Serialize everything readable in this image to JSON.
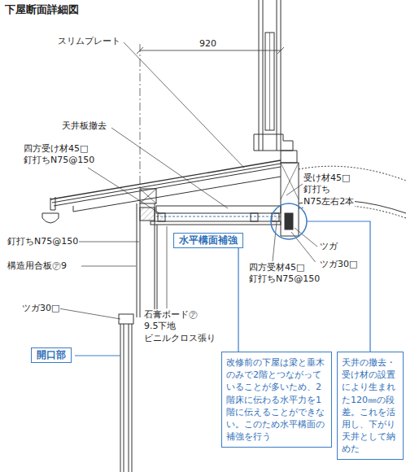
{
  "diagram": {
    "title": "下屋断面詳細図",
    "nodes": [
      {
        "text": [
          "水平構面補強"
        ]
      },
      {
        "text": [
          "開口部"
        ]
      },
      {
        "text": [
          "改修前の下屋は梁と垂木のみで2階とつながっていることが多いため、2階床に伝わる水平力を1階に伝えることができない。このため水平構面の補強を行う"
        ]
      },
      {
        "text": [
          "天井の撤去・受け材の設置により生まれた120㎜の段差。これを活用し、下がり天井として納めた"
        ]
      }
    ],
    "edges": [
      {
        "from": 0,
        "to": 2,
        "arrow": "none"
      }
    ],
    "labels": [
      "スリムプレート",
      "920",
      "天井板撤去",
      "四方受け材45□ 釘打ちN75@150",
      "受け材45□釘打ち N75左右2本",
      "釘打ちN75@150",
      "構造用合板㋐9",
      "ツガ30□",
      "ツガ",
      "ツガ30□",
      "四方受材45□ 釘打ちN75@150",
      "石膏ボード㋐9.5下地 ビニルクロス張り"
    ]
  }
}
